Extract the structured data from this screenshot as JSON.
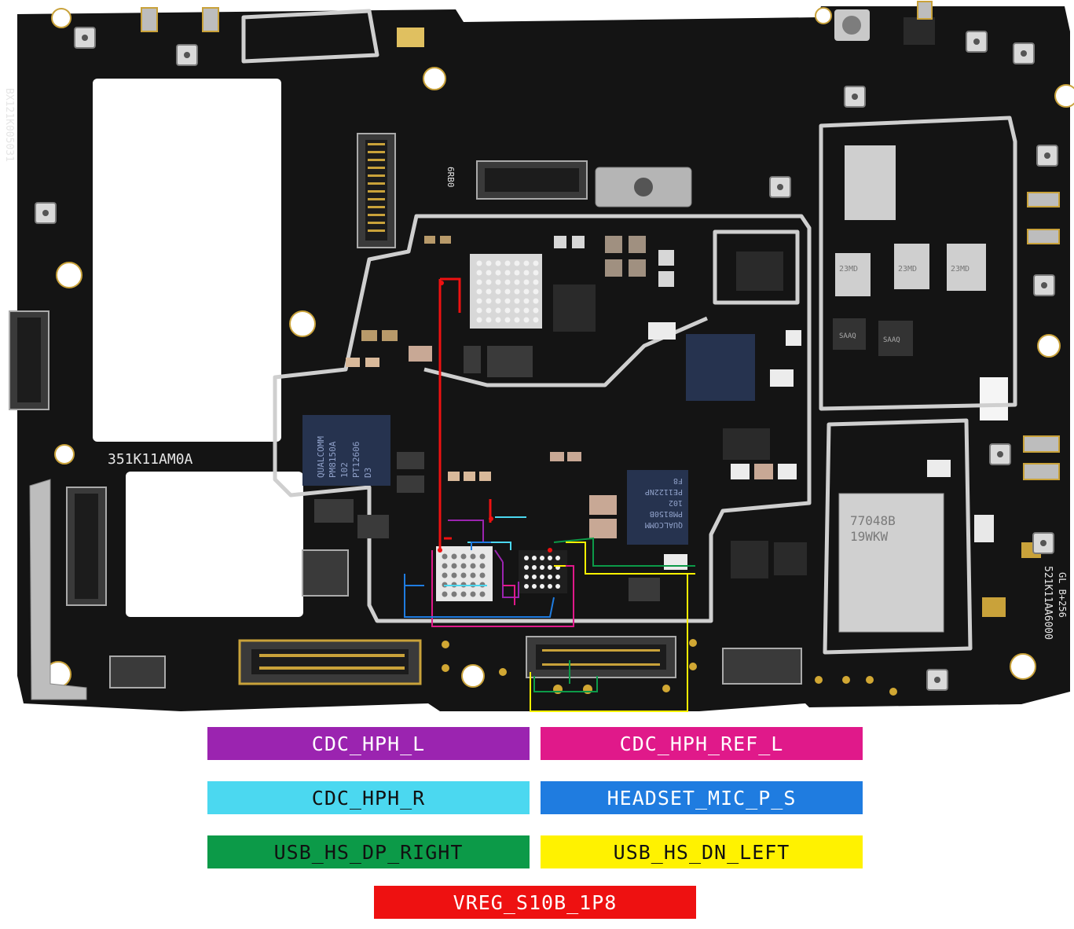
{
  "board": {
    "colors": {
      "pcb": "#141414",
      "shield": "#c9c9c9",
      "gold": "#c9a23a",
      "chip_blue": "#26334f",
      "chip_dark": "#2a2a2a",
      "silk": "#e6e6e6"
    },
    "silkscreen": {
      "board_code_left": "351K11AM0A",
      "side_code_left": "BX121K005031",
      "side_code_right": "521K11AA6000",
      "side_code_right_2": "GL B+256",
      "edge_mark": "6RB0"
    },
    "chips": {
      "pmic_left": [
        "QUALCOMM",
        "PM8150A",
        "102",
        "PT12606",
        "D3"
      ],
      "pmic_center": [
        "QUALCOMM",
        "PM8150B",
        "102",
        "PE1122NP",
        "F8"
      ],
      "wifi_module": [
        "77048B",
        "19WKW"
      ],
      "rf_chip_1": "23MD",
      "rf_chip_2": "23MD",
      "rf_chip_3": "23MD",
      "pa_mark_1": "SAAQ",
      "pa_mark_2": "SAAQ"
    }
  },
  "legend": [
    {
      "label": "CDC_HPH_L",
      "color": "#9b24b0",
      "text_color": "#ffffff"
    },
    {
      "label": "CDC_HPH_REF_L",
      "color": "#e0198a",
      "text_color": "#ffffff"
    },
    {
      "label": "CDC_HPH_R",
      "color": "#4bd8f0",
      "text_color": "#111111"
    },
    {
      "label": "HEADSET_MIC_P_S",
      "color": "#1f7ce0",
      "text_color": "#ffffff"
    },
    {
      "label": "USB_HS_DP_RIGHT",
      "color": "#0c9a48",
      "text_color": "#111111"
    },
    {
      "label": "USB_HS_DN_LEFT",
      "color": "#fff200",
      "text_color": "#111111"
    },
    {
      "label": "VREG_S10B_1P8",
      "color": "#ee1111",
      "text_color": "#ffffff"
    }
  ]
}
